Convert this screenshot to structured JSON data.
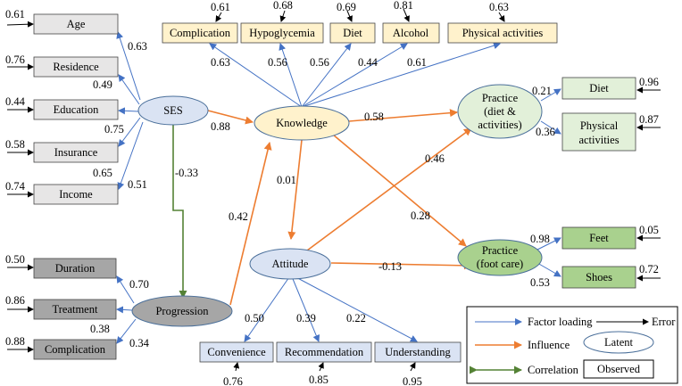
{
  "colors": {
    "loading": "#4472C4",
    "influence": "#ED7D31",
    "correlation": "#548235",
    "error": "#000000",
    "box_gray": "#E7E6E6",
    "box_dark": "#A6A6A6",
    "box_yellow": "#FFF2CC",
    "box_green": "#E2F0D9",
    "box_green_dark": "#A9D18E",
    "box_blue": "#DAE3F3"
  },
  "ses_indicators": {
    "age": {
      "label": "Age",
      "error": "0.61",
      "loading": "0.63"
    },
    "residence": {
      "label": "Residence",
      "error": "0.76",
      "loading": "0.49"
    },
    "education": {
      "label": "Education",
      "error": "0.44",
      "loading": "0.75"
    },
    "insurance": {
      "label": "Insurance",
      "error": "0.58",
      "loading": "0.65"
    },
    "income": {
      "label": "Income",
      "error": "0.74",
      "loading": "0.51"
    }
  },
  "progression_indicators": {
    "duration": {
      "label": "Duration",
      "error": "0.50",
      "loading": "0.70"
    },
    "treatment": {
      "label": "Treatment",
      "error": "0.86",
      "loading": "0.38"
    },
    "complication": {
      "label": "Complication",
      "error": "0.88",
      "loading": "0.34"
    }
  },
  "knowledge_indicators": {
    "complication": {
      "label": "Complication",
      "error": "0.61",
      "loading": "0.63"
    },
    "hypoglycemia": {
      "label": "Hypoglycemia",
      "error": "0.68",
      "loading": "0.56"
    },
    "diet": {
      "label": "Diet",
      "error": "0.69",
      "loading": "0.56"
    },
    "alcohol": {
      "label": "Alcohol",
      "error": "0.81",
      "loading": "0.44"
    },
    "physical": {
      "label": "Physical activities",
      "error": "0.63",
      "loading": "0.61"
    }
  },
  "attitude_indicators": {
    "convenience": {
      "label": "Convenience",
      "error": "0.76",
      "loading": "0.50"
    },
    "recommendation": {
      "label": "Recommendation",
      "error": "0.85",
      "loading": "0.39"
    },
    "understanding": {
      "label": "Understanding",
      "error": "0.95",
      "loading": "0.22"
    }
  },
  "practice_diet_indicators": {
    "diet": {
      "label": "Diet",
      "error": "0.96",
      "loading": "0.21"
    },
    "physical_line1": "Physical",
    "physical_line2": "activities",
    "physical_error": "0.87",
    "physical_loading": "0.36"
  },
  "practice_foot_indicators": {
    "feet": {
      "label": "Feet",
      "error": "0.05",
      "loading": "0.98"
    },
    "shoes": {
      "label": "Shoes",
      "error": "0.72",
      "loading": "0.53"
    }
  },
  "latent": {
    "ses": "SES",
    "progression": "Progression",
    "knowledge": "Knowledge",
    "attitude": "Attitude",
    "practice_diet_line1": "Practice",
    "practice_diet_line2": "(diet &",
    "practice_diet_line3": "activities)",
    "practice_foot_line1": "Practice",
    "practice_foot_line2": "(foot care)"
  },
  "paths": {
    "ses_knowledge": "0.88",
    "ses_progression": "-0.33",
    "progression_knowledge": "0.42",
    "knowledge_attitude": "0.01",
    "knowledge_practice_diet": "0.58",
    "knowledge_practice_foot": "0.28",
    "attitude_practice_diet": "0.46",
    "attitude_practice_foot": "-0.13"
  },
  "legend": {
    "factor_loading": "Factor loading",
    "error": "Error",
    "influence": "Influence",
    "latent": "Latent",
    "correlation": "Correlation",
    "observed": "Observed"
  }
}
